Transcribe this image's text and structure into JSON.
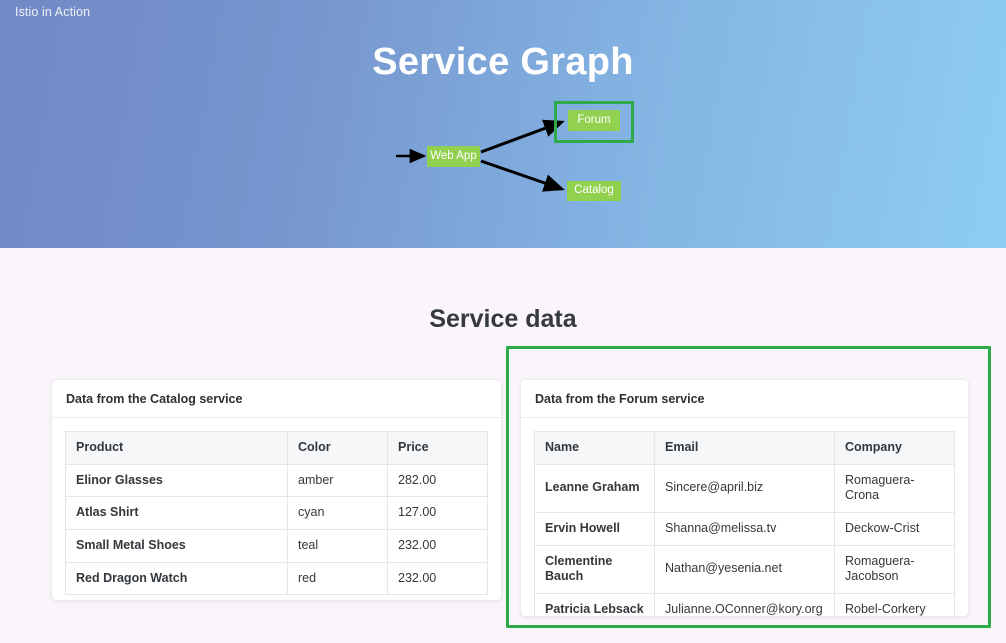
{
  "brand": "Istio in Action",
  "header": {
    "title": "Service Graph",
    "graph": {
      "nodes": [
        {
          "id": "webapp",
          "label": "Web App"
        },
        {
          "id": "forum",
          "label": "Forum"
        },
        {
          "id": "catalog",
          "label": "Catalog"
        }
      ],
      "edges": [
        {
          "from": "ingress",
          "to": "webapp"
        },
        {
          "from": "webapp",
          "to": "forum"
        },
        {
          "from": "webapp",
          "to": "catalog"
        }
      ],
      "highlighted_node": "forum",
      "node_color": "#92d050",
      "highlight_color": "#2eaa4a",
      "edge_color": "#000000"
    },
    "gradient_from": "#7189c6",
    "gradient_to": "#8ecdf2"
  },
  "main": {
    "section_title": "Service data",
    "highlight_color": "#2eaa4a",
    "cards": [
      {
        "id": "catalog",
        "header": "Data from the Catalog service",
        "highlighted": false,
        "columns": [
          "Product",
          "Color",
          "Price"
        ],
        "rows": [
          [
            "Elinor Glasses",
            "amber",
            "282.00"
          ],
          [
            "Atlas Shirt",
            "cyan",
            "127.00"
          ],
          [
            "Small Metal Shoes",
            "teal",
            "232.00"
          ],
          [
            "Red Dragon Watch",
            "red",
            "232.00"
          ]
        ]
      },
      {
        "id": "forum",
        "header": "Data from the Forum service",
        "highlighted": true,
        "columns": [
          "Name",
          "Email",
          "Company"
        ],
        "rows": [
          [
            "Leanne Graham",
            "Sincere@april.biz",
            "Romaguera-Crona"
          ],
          [
            "Ervin Howell",
            "Shanna@melissa.tv",
            "Deckow-Crist"
          ],
          [
            "Clementine Bauch",
            "Nathan@yesenia.net",
            "Romaguera-Jacobson"
          ],
          [
            "Patricia Lebsack",
            "Julianne.OConner@kory.org",
            "Robel-Corkery"
          ]
        ]
      }
    ]
  }
}
